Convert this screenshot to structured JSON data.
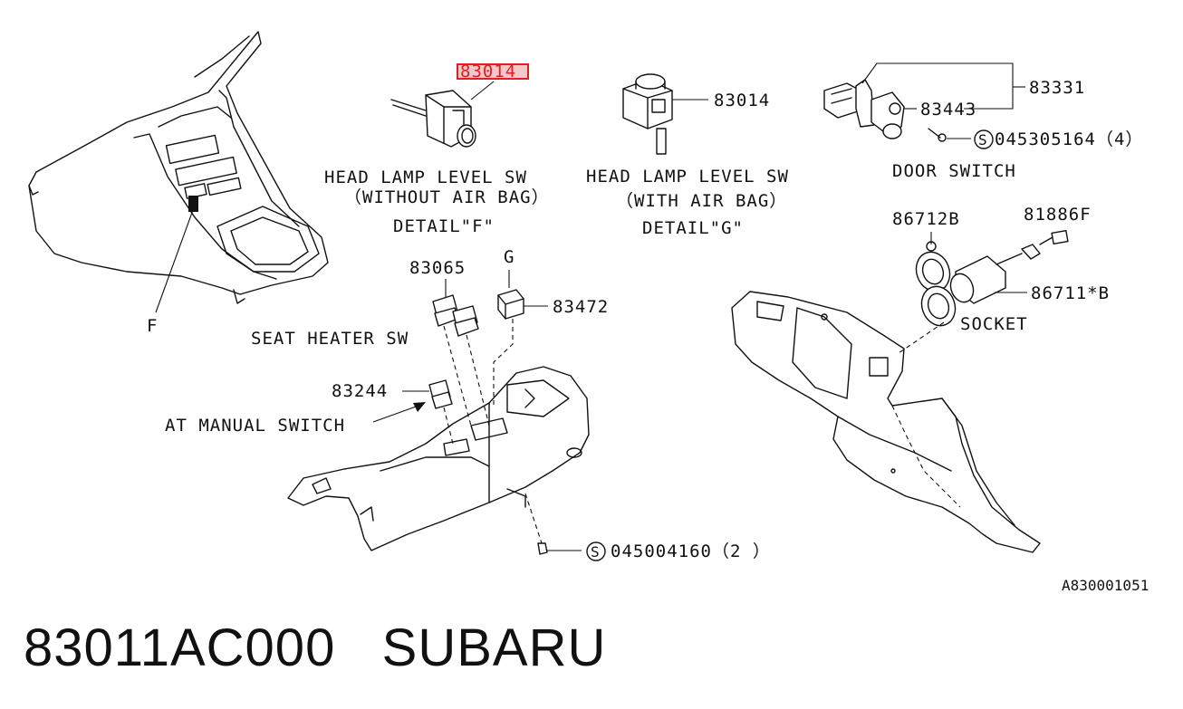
{
  "highlight_part": "83014",
  "highlight_color": "#e02020",
  "labels": {
    "p83014_hl": "83014",
    "p83014": "83014",
    "p83331": "83331",
    "p83443": "83443",
    "bolt_door": "045305164（4）",
    "door_switch": "DOOR SWITCH",
    "hl_wo_1": "HEAD LAMP LEVEL SW",
    "hl_wo_2": "（WITHOUT AIR BAG）",
    "detail_f": "DETAIL\"F\"",
    "hl_w_1": "HEAD LAMP LEVEL SW",
    "hl_w_2": "（WITH AIR BAG）",
    "detail_g": "DETAIL\"G\"",
    "p86712b": "86712B",
    "p81886f": "81886F",
    "p86711b": "86711*B",
    "socket": "SOCKET",
    "p83065": "83065",
    "g": "G",
    "p83472": "83472",
    "seat_heater": "SEAT HEATER SW",
    "p83244": "83244",
    "at_manual": "AT MANUAL SWITCH",
    "bolt_console": "045004160（2 ）",
    "f": "F",
    "ref_code": "A830001051"
  },
  "footer": {
    "part_number": "83011AC000",
    "brand": "SUBARU"
  },
  "icons": [
    "circled-s-icon",
    "circled-s-icon"
  ]
}
